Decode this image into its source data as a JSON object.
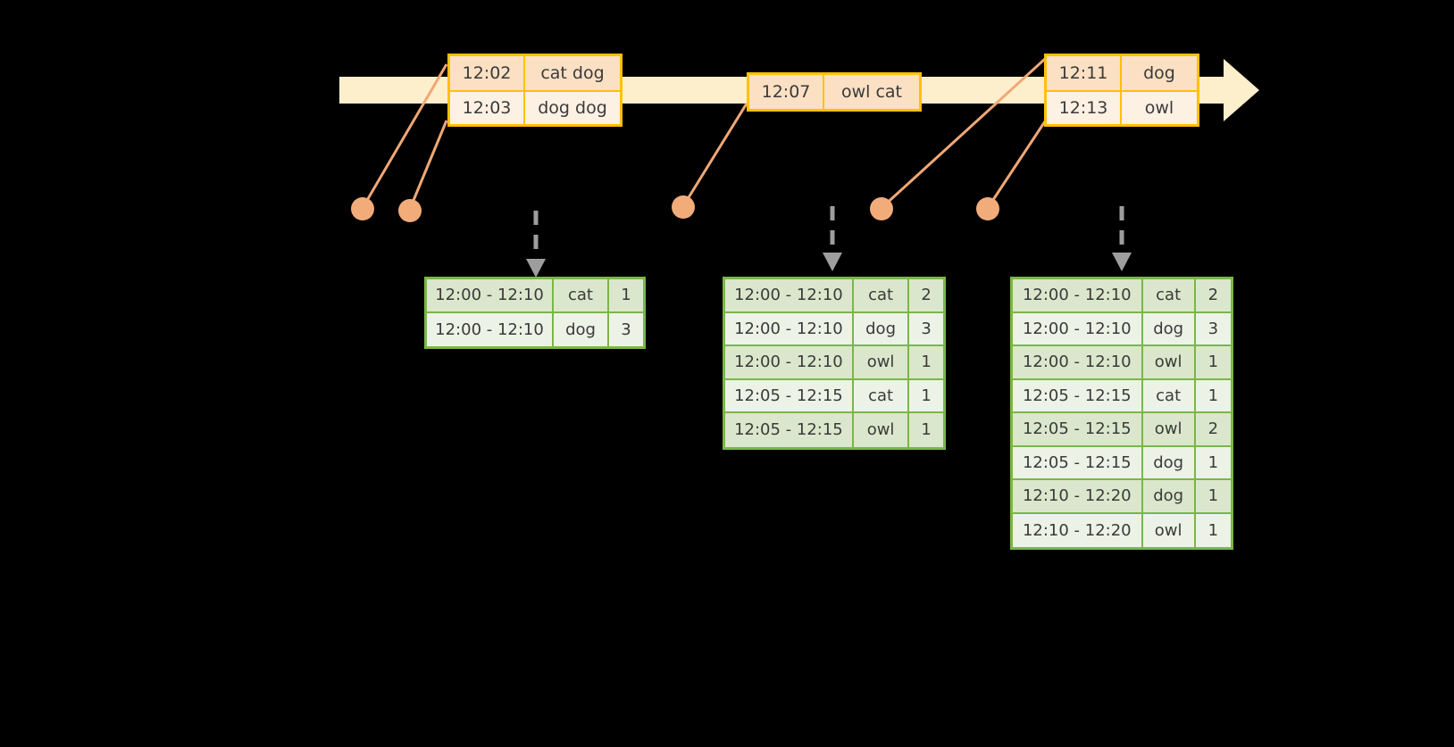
{
  "timeline": {
    "color": "#FDEFCC",
    "arrow_color": "#FDEFCC",
    "connector_color": "#F0A875",
    "dot_color": "#F2AC7A",
    "dashed_arrow_color": "#9E9E9E"
  },
  "colors": {
    "event_border": "#FFC107",
    "event_fill_a": "#FBE0C3",
    "event_fill_b": "#FDF1E3",
    "result_border": "#7AB648",
    "result_fill_a": "#DBE7CC",
    "result_fill_b": "#EDF2E6",
    "background": "#000000"
  },
  "events": [
    {
      "name": "event-box-1",
      "rows": [
        {
          "time": "12:02",
          "words": "cat dog"
        },
        {
          "time": "12:03",
          "words": "dog dog"
        }
      ]
    },
    {
      "name": "event-box-2",
      "rows": [
        {
          "time": "12:07",
          "words": "owl cat"
        }
      ]
    },
    {
      "name": "event-box-3",
      "rows": [
        {
          "time": "12:11",
          "words": "dog"
        },
        {
          "time": "12:13",
          "words": "owl"
        }
      ]
    }
  ],
  "results": [
    {
      "name": "result-table-1",
      "rows": [
        {
          "window": "12:00 - 12:10",
          "word": "cat",
          "count": "1"
        },
        {
          "window": "12:00 - 12:10",
          "word": "dog",
          "count": "3"
        }
      ]
    },
    {
      "name": "result-table-2",
      "rows": [
        {
          "window": "12:00 - 12:10",
          "word": "cat",
          "count": "2"
        },
        {
          "window": "12:00 - 12:10",
          "word": "dog",
          "count": "3"
        },
        {
          "window": "12:00 - 12:10",
          "word": "owl",
          "count": "1"
        },
        {
          "window": "12:05 - 12:15",
          "word": "cat",
          "count": "1"
        },
        {
          "window": "12:05 - 12:15",
          "word": "owl",
          "count": "1"
        }
      ]
    },
    {
      "name": "result-table-3",
      "rows": [
        {
          "window": "12:00 - 12:10",
          "word": "cat",
          "count": "2"
        },
        {
          "window": "12:00 - 12:10",
          "word": "dog",
          "count": "3"
        },
        {
          "window": "12:00 - 12:10",
          "word": "owl",
          "count": "1"
        },
        {
          "window": "12:05 - 12:15",
          "word": "cat",
          "count": "1"
        },
        {
          "window": "12:05 - 12:15",
          "word": "owl",
          "count": "2"
        },
        {
          "window": "12:05 - 12:15",
          "word": "dog",
          "count": "1"
        },
        {
          "window": "12:10 - 12:20",
          "word": "dog",
          "count": "1"
        },
        {
          "window": "12:10 - 12:20",
          "word": "owl",
          "count": "1"
        }
      ]
    }
  ]
}
